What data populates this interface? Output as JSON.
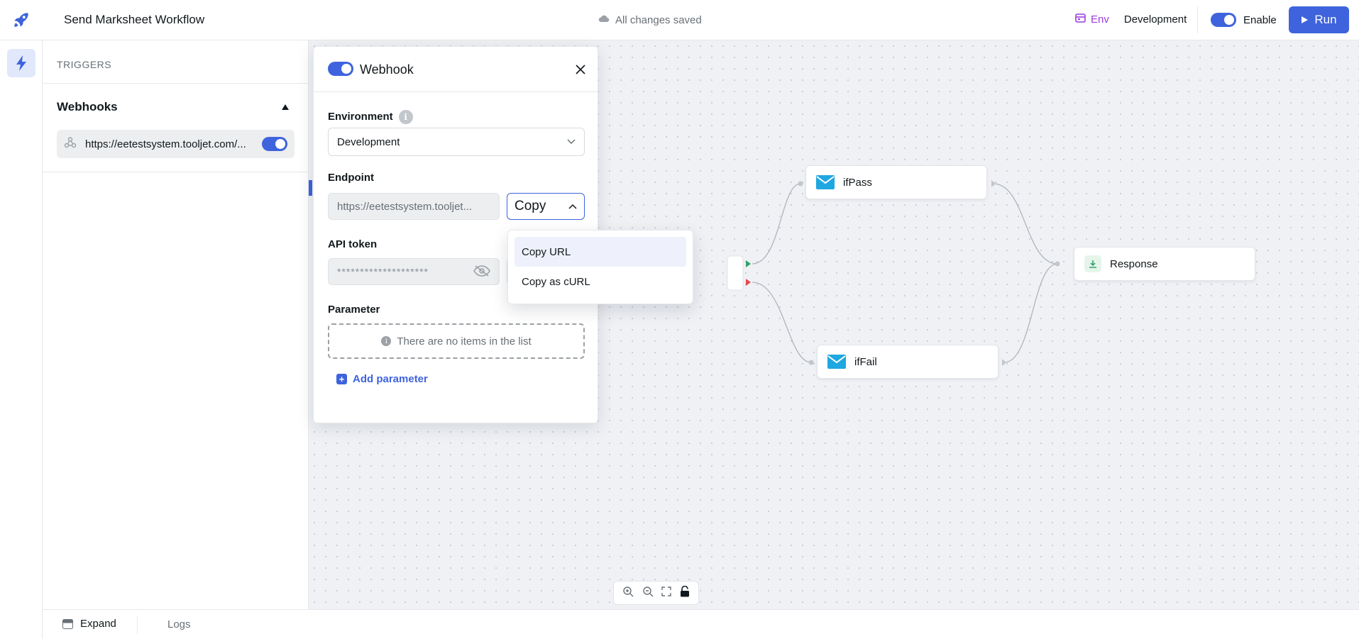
{
  "header": {
    "title": "Send Marksheet Workflow",
    "save_status": "All changes saved",
    "env_label": "Env",
    "env_value": "Development",
    "enable_label": "Enable",
    "run_label": "Run"
  },
  "triggers": {
    "title": "TRIGGERS",
    "webhooks_label": "Webhooks",
    "items": [
      {
        "url": "https://eetestsystem.tooljet.com/...",
        "enabled": true
      }
    ]
  },
  "webhook_panel": {
    "title": "Webhook",
    "enabled": true,
    "environment_label": "Environment",
    "environment_value": "Development",
    "endpoint_label": "Endpoint",
    "endpoint_value": "https://eetestsystem.tooljet...",
    "copy_label": "Copy",
    "api_token_label": "API token",
    "api_token_value": "********************",
    "parameter_label": "Parameter",
    "empty_message": "There are no items in the list",
    "add_parameter_label": "Add parameter"
  },
  "copy_dropdown": {
    "options": [
      "Copy URL",
      "Copy as cURL"
    ],
    "highlighted": "Copy URL"
  },
  "nodes": {
    "if_pass": "ifPass",
    "if_fail": "ifFail",
    "response": "Response"
  },
  "bottom_bar": {
    "expand_label": "Expand",
    "logs_label": "Logs"
  },
  "colors": {
    "accent": "#3e63dd",
    "env_purple": "#9e3ddc",
    "mail_icon": "#1ea7e1",
    "success_handle": "#30a46c",
    "failure_handle": "#e5484d"
  }
}
